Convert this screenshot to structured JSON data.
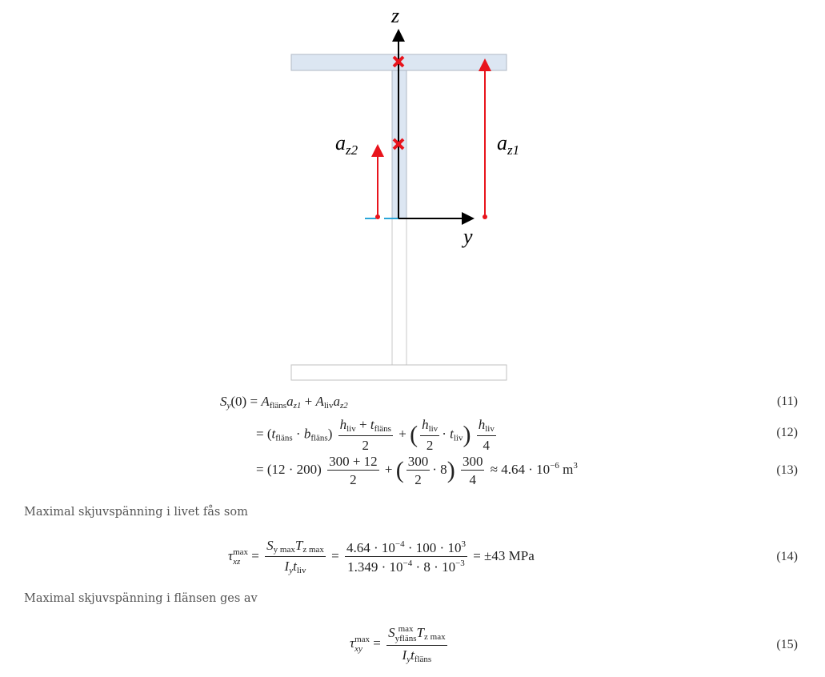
{
  "diagram": {
    "z_label": "z",
    "y_label": "y",
    "a_letter": "a",
    "az1_sub": "z1",
    "az2_sub": "z2",
    "colors": {
      "flange_fill": "#dce6f2",
      "outline": "#b0b8c4",
      "arrow_red": "#e8141c",
      "axis": "#000000",
      "cyan": "#2aa6d9"
    }
  },
  "eq11": {
    "S": "S",
    "y": "y",
    "arg": "(0) =",
    "A": "A",
    "flans": "fläns",
    "a": "a",
    "z1": "z1",
    "plus": "+",
    "liv": "liv",
    "z2": "z2",
    "number": "(11)"
  },
  "eq12": {
    "eq": "=",
    "lp": "(",
    "t": "t",
    "flans": "fläns",
    "dot": "·",
    "b": "b",
    "rp": ")",
    "h": "h",
    "liv": "liv",
    "plus": "+",
    "two": "2",
    "four": "4",
    "number": "(12)"
  },
  "eq13": {
    "eq": "=",
    "first": "(12 · 200)",
    "n1": "300 + 12",
    "d1": "2",
    "plus": "+",
    "n2": "300",
    "d2": "2",
    "dot8": "· 8",
    "n3": "300",
    "d3": "4",
    "approx": "≈ 4.64 · 10",
    "exp": "−6",
    "unit": "m",
    "unit_exp": "3",
    "number": "(13)"
  },
  "para1": "Maximal skjuvspänning i livet fås som",
  "eq14": {
    "tau": "τ",
    "sub": "xz",
    "sup": "max",
    "eq": "=",
    "S": "S",
    "ymax": "y max",
    "T": "T",
    "zmax": "z max",
    "I": "I",
    "y": "y",
    "t": "t",
    "liv": "liv",
    "num": "4.64 · 10",
    "e1": "−4",
    "num2": " · 100 · 10",
    "e2": "3",
    "den": "1.349 · 10",
    "e3": "−4",
    "den2": " · 8 · 10",
    "e4": "−3",
    "result": "= ±43 MPa",
    "number": "(14)"
  },
  "para2": "Maximal skjuvspänning i flänsen ges av",
  "eq15": {
    "tau": "τ",
    "sub": "xy",
    "sup": "max",
    "eq": "=",
    "S": "S",
    "ysub": "yfläns",
    "max": "max",
    "T": "T",
    "zmax": "z max",
    "I": "I",
    "y": "y",
    "t": "t",
    "flans": "fläns",
    "number": "(15)"
  }
}
